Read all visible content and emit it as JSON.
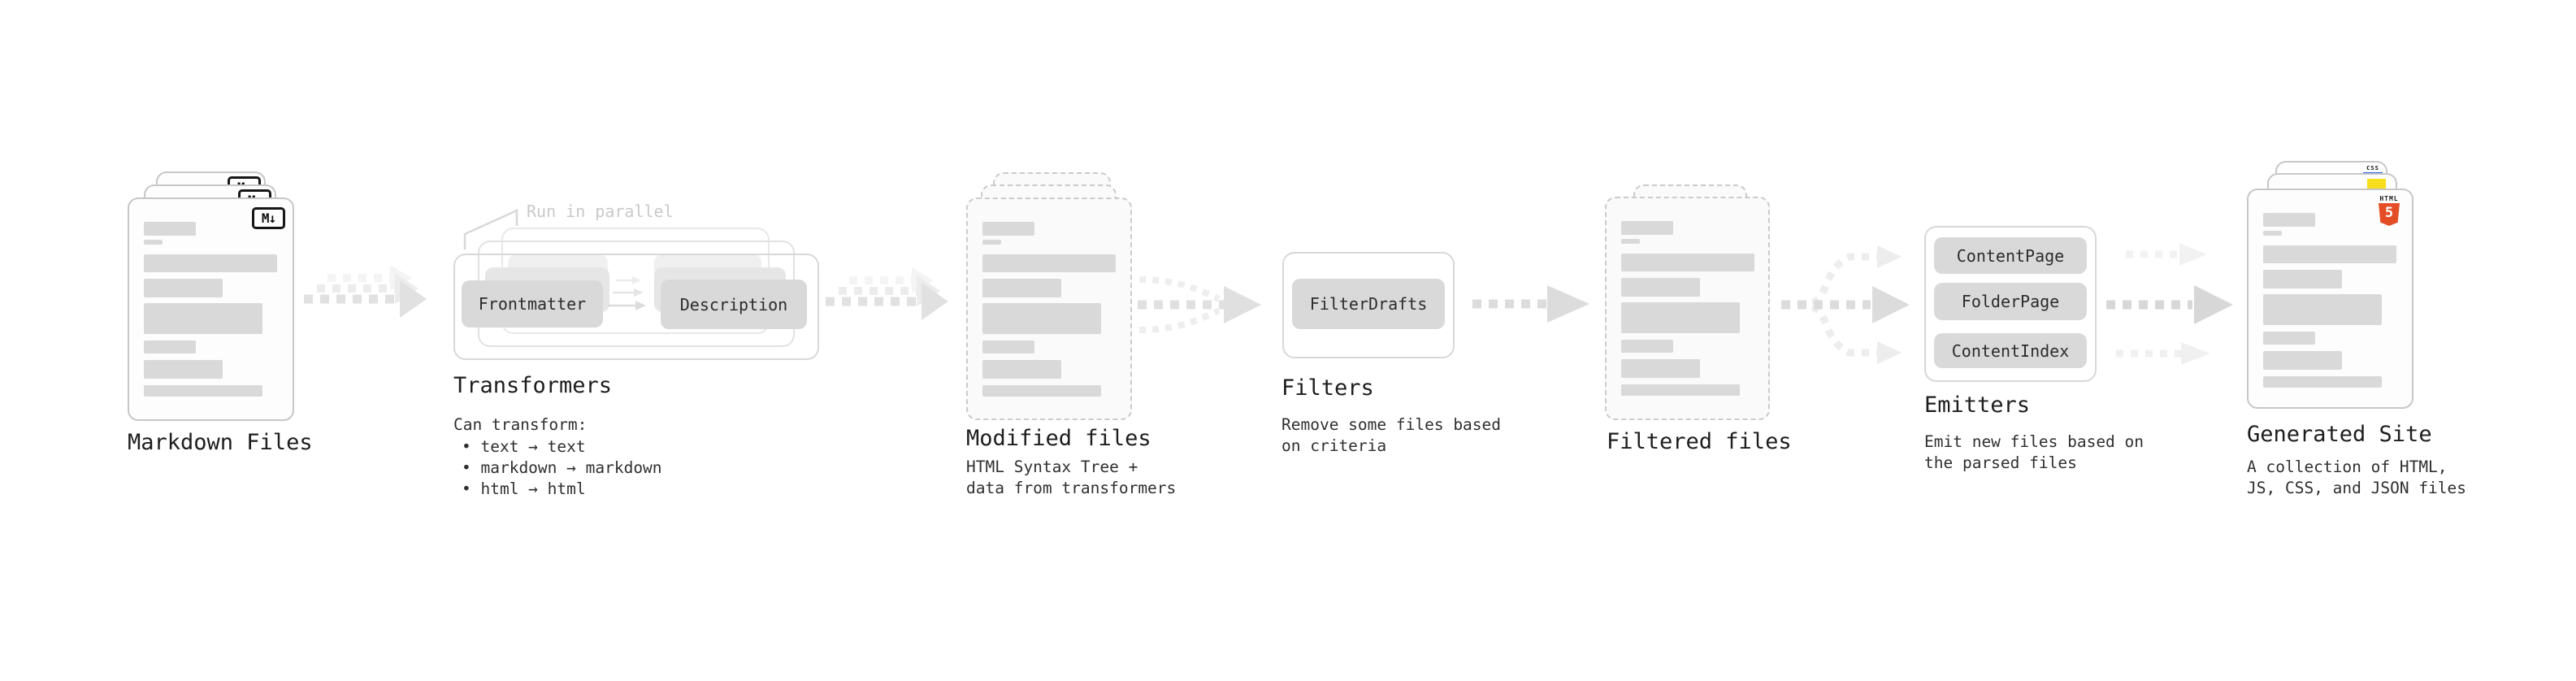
{
  "markdown": {
    "title": "Markdown Files",
    "file_icon": "M↓"
  },
  "transformers": {
    "callout": "Run in parallel",
    "left_pill": "Frontmatter",
    "right_pill": "Description",
    "title": "Transformers",
    "subtitle": "Can transform:",
    "bullets": [
      "• text → text",
      "• markdown → markdown",
      "• html → html"
    ]
  },
  "modified": {
    "title": "Modified files",
    "subtitle": "HTML Syntax Tree +\ndata from transformers"
  },
  "filters": {
    "pill": "FilterDrafts",
    "title": "Filters",
    "subtitle": "Remove some files based\non criteria"
  },
  "filtered": {
    "title": "Filtered files"
  },
  "emitters": {
    "pills": [
      "ContentPage",
      "FolderPage",
      "ContentIndex"
    ],
    "title": "Emitters",
    "subtitle": "Emit new files based on\nthe parsed files"
  },
  "generated": {
    "title": "Generated Site",
    "subtitle": "A collection of HTML,\nJS, CSS, and JSON files",
    "html5_label": "HTML",
    "html5_digit": "5",
    "css_label": "CSS"
  },
  "colors": {
    "placeholder_bar": "#d9d9d9",
    "pill_gray": "#d9d9d9",
    "arrow_gray": "#e0e0e0",
    "muted_label": "#c9c9c9",
    "html5_orange": "#e44d26",
    "js_yellow": "#f7df1e",
    "css_blue": "#2760e6"
  }
}
